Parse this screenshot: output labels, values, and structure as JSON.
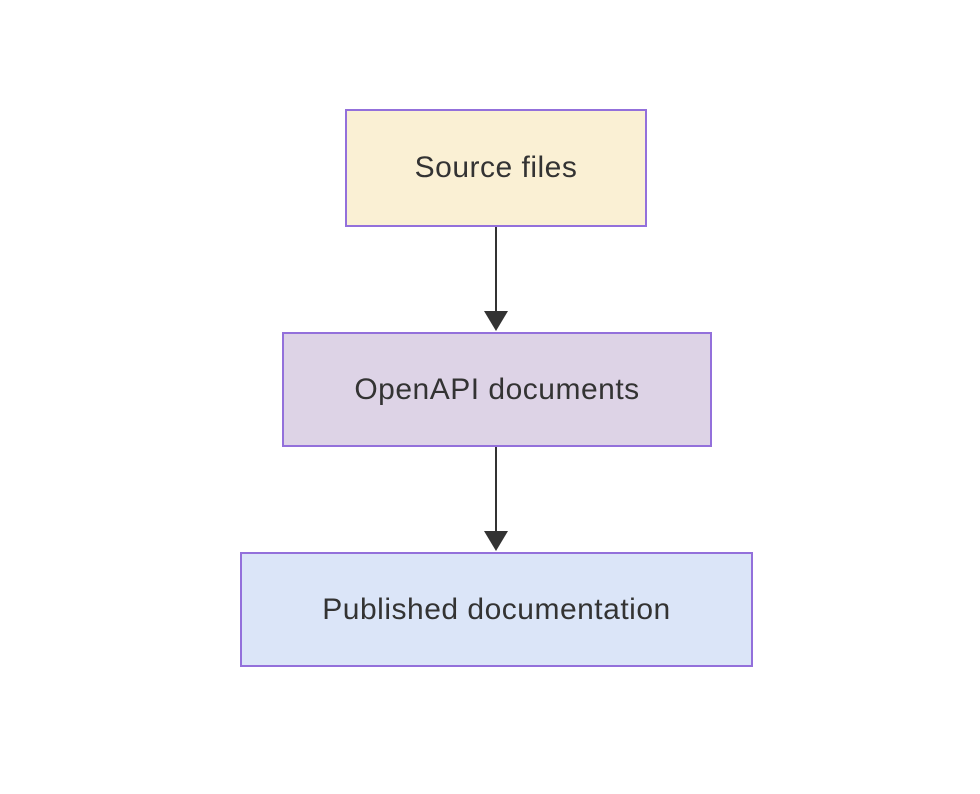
{
  "diagram": {
    "type": "flowchart",
    "direction": "top-down",
    "theme": {
      "background": "#FFFFFF",
      "border_color": "#9370DB",
      "edge_color": "#333333",
      "text_color": "#333333"
    },
    "nodes": [
      {
        "id": "source-files",
        "label": "Source files",
        "fill": "#FAF0D4"
      },
      {
        "id": "openapi-documents",
        "label": "OpenAPI documents",
        "fill": "#DDD3E6"
      },
      {
        "id": "published-documentation",
        "label": "Published documentation",
        "fill": "#DBE5F8"
      }
    ],
    "edges": [
      {
        "from": "source-files",
        "to": "openapi-documents",
        "arrow": "triangle"
      },
      {
        "from": "openapi-documents",
        "to": "published-documentation",
        "arrow": "triangle"
      }
    ]
  }
}
